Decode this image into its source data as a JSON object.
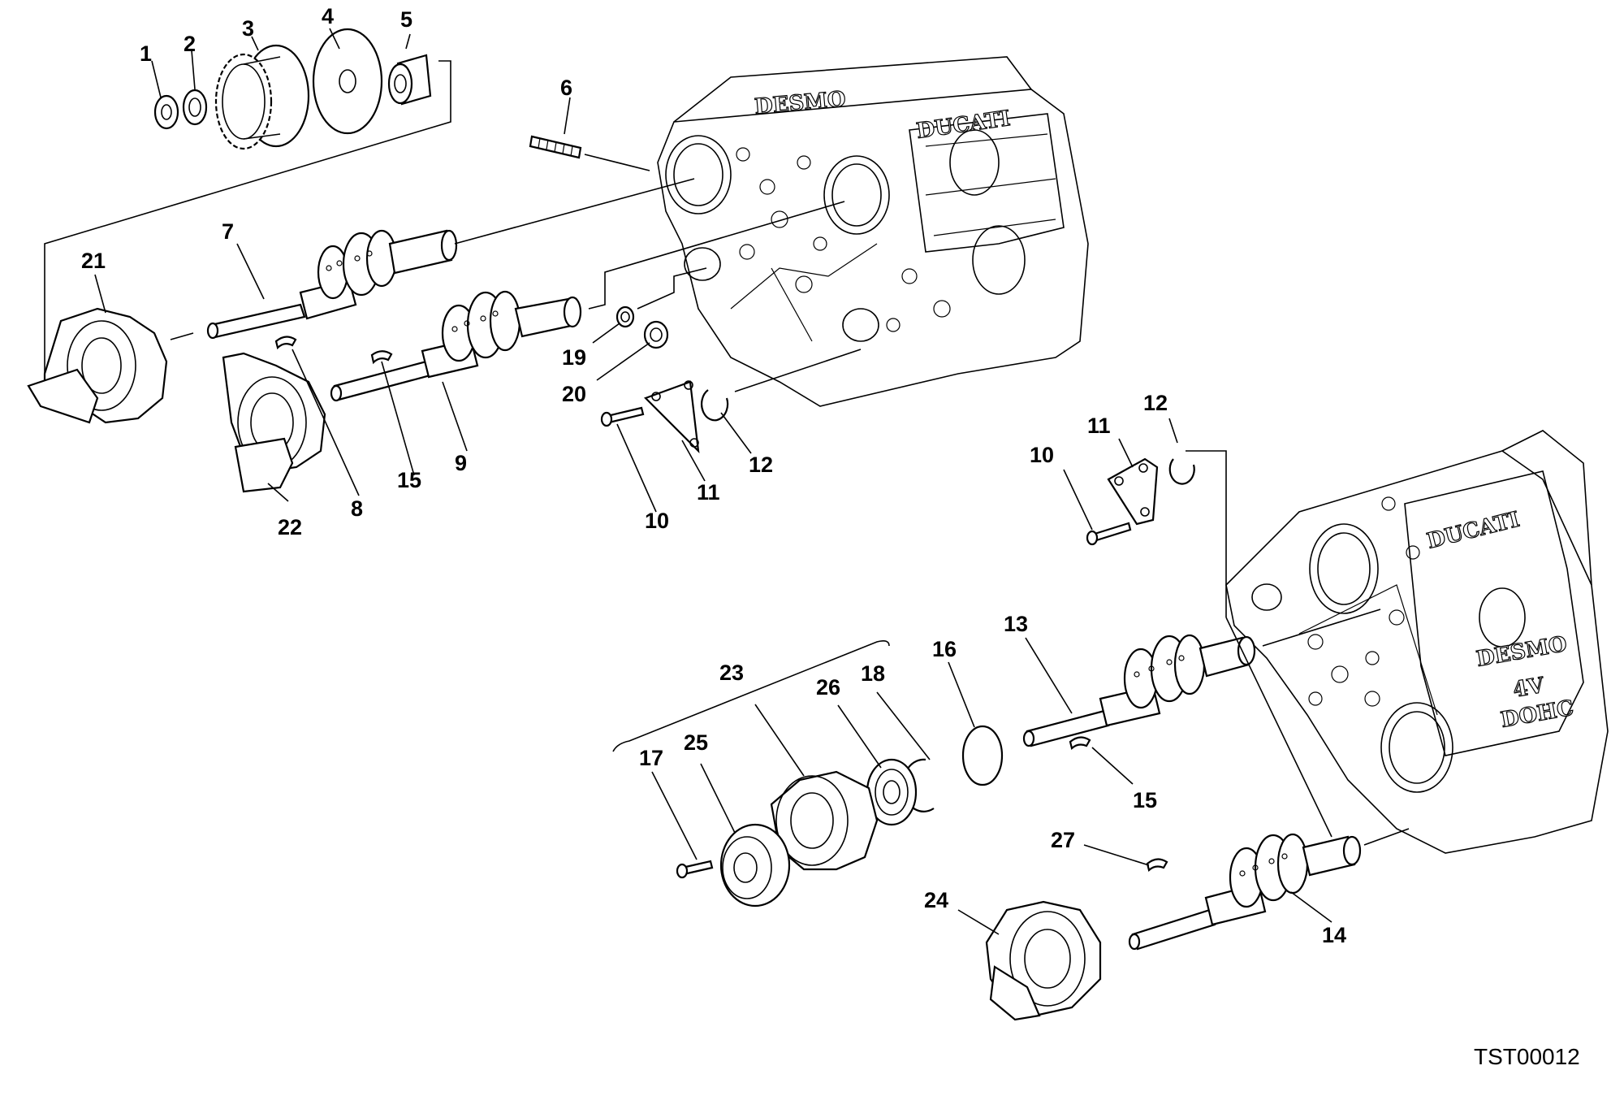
{
  "drawing_code": "TST00012",
  "engravings": {
    "head_front_1": "DUCATI",
    "head_front_2": "DESMO",
    "head_front_3": "4V",
    "head_front_4": "DOHC",
    "head_rear_1": "DESMO",
    "head_rear_2": "DUCATI"
  },
  "callouts": [
    {
      "id": "c1",
      "text": "1"
    },
    {
      "id": "c2",
      "text": "2"
    },
    {
      "id": "c3",
      "text": "3"
    },
    {
      "id": "c4",
      "text": "4"
    },
    {
      "id": "c5",
      "text": "5"
    },
    {
      "id": "c6",
      "text": "6"
    },
    {
      "id": "c7",
      "text": "7"
    },
    {
      "id": "c8",
      "text": "8"
    },
    {
      "id": "c9",
      "text": "9"
    },
    {
      "id": "c10a",
      "text": "10"
    },
    {
      "id": "c11a",
      "text": "11"
    },
    {
      "id": "c12a",
      "text": "12"
    },
    {
      "id": "c15a",
      "text": "15"
    },
    {
      "id": "c19",
      "text": "19"
    },
    {
      "id": "c20",
      "text": "20"
    },
    {
      "id": "c21",
      "text": "21"
    },
    {
      "id": "c22",
      "text": "22"
    },
    {
      "id": "c10b",
      "text": "10"
    },
    {
      "id": "c11b",
      "text": "11"
    },
    {
      "id": "c12b",
      "text": "12"
    },
    {
      "id": "c13",
      "text": "13"
    },
    {
      "id": "c16",
      "text": "16"
    },
    {
      "id": "c23",
      "text": "23"
    },
    {
      "id": "c26",
      "text": "26"
    },
    {
      "id": "c18",
      "text": "18"
    },
    {
      "id": "c17",
      "text": "17"
    },
    {
      "id": "c25",
      "text": "25"
    },
    {
      "id": "c15b",
      "text": "15"
    },
    {
      "id": "c27",
      "text": "27"
    },
    {
      "id": "c24",
      "text": "24"
    },
    {
      "id": "c14",
      "text": "14"
    }
  ]
}
